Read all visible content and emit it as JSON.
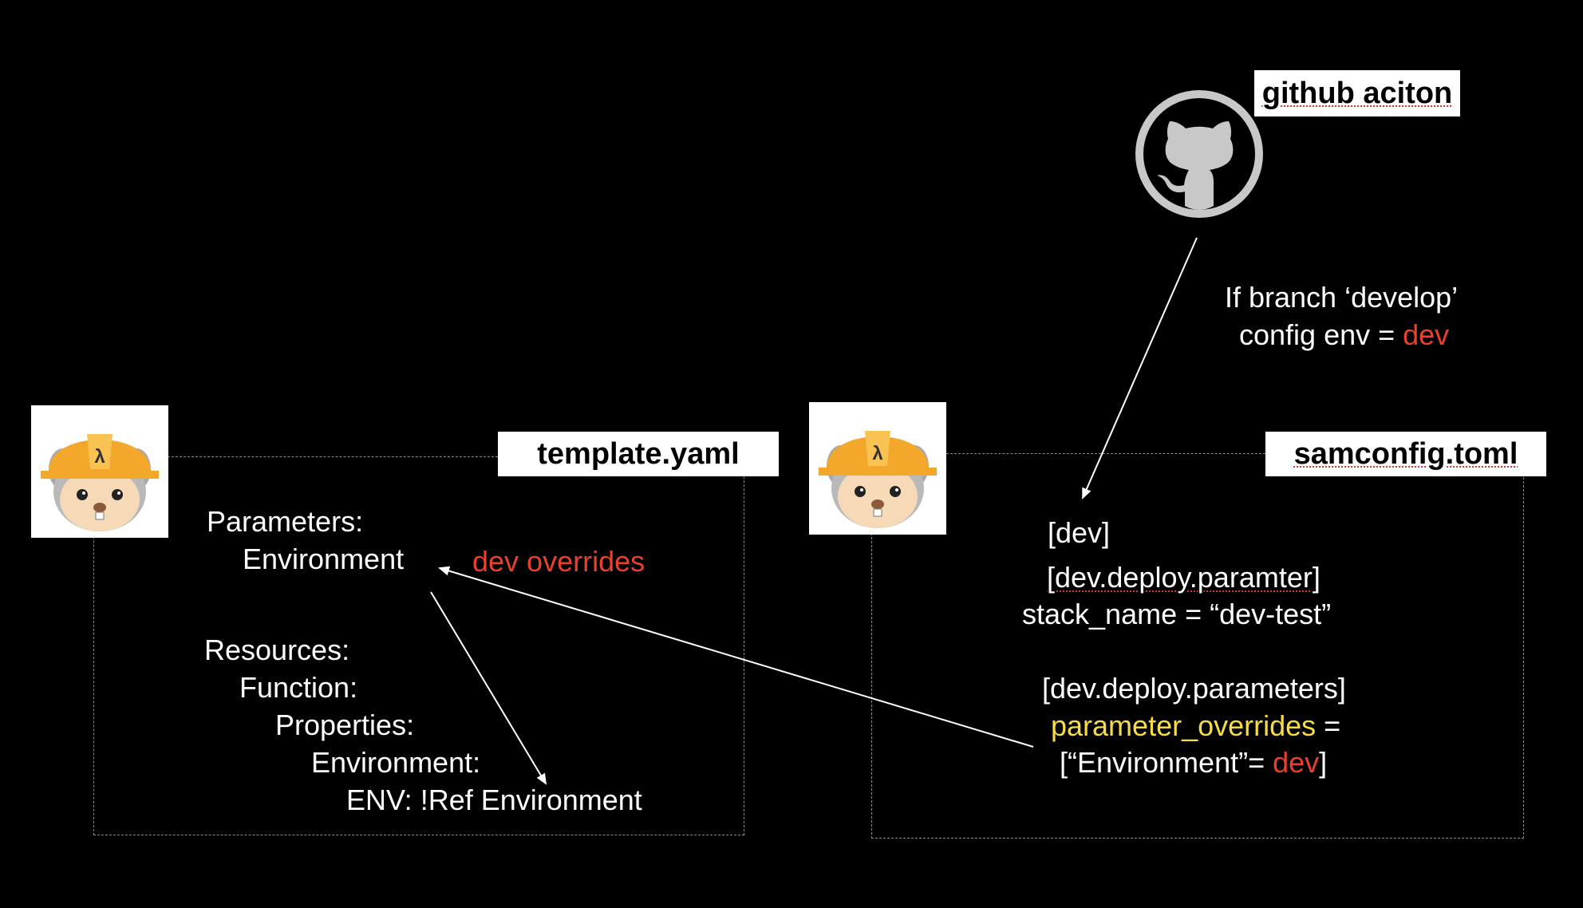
{
  "github": {
    "label": "github aciton",
    "icon": "github-octocat-icon",
    "condition_line1": "If branch ‘develop’",
    "condition_line2_prefix": "config env = ",
    "condition_line2_value": "dev"
  },
  "template_panel": {
    "file_label": "template.yaml",
    "avatar_icon": "sam-squirrel-lambda-icon",
    "lines": {
      "parameters": "Parameters:",
      "environment_param": "Environment",
      "resources": "Resources:",
      "function": "Function:",
      "properties": "Properties:",
      "environment": "Environment:",
      "env_ref": "ENV: !Ref Environment"
    },
    "override_note": "dev overrides"
  },
  "samconfig_panel": {
    "file_label": "samconfig.toml",
    "avatar_icon": "sam-squirrel-lambda-icon",
    "lines": {
      "section_dev": "[dev]",
      "section_deploy_paramter": "[dev.deploy.paramter]",
      "stack_name": "stack_name = “dev-test”",
      "section_deploy_parameters": "[dev.deploy.parameters]",
      "parameter_overrides_key": "parameter_overrides",
      "parameter_overrides_eq": " =",
      "overrides_value_prefix": "[“Environment”= ",
      "overrides_value_env": "dev",
      "overrides_value_suffix": "]"
    }
  },
  "colors": {
    "background": "#000000",
    "text": "#ffffff",
    "highlight_red": "#e8402c",
    "highlight_yellow": "#f7dc45",
    "label_bg": "#ffffff",
    "github_gray": "#c8c8c8",
    "helmet_orange": "#f3a72b"
  }
}
